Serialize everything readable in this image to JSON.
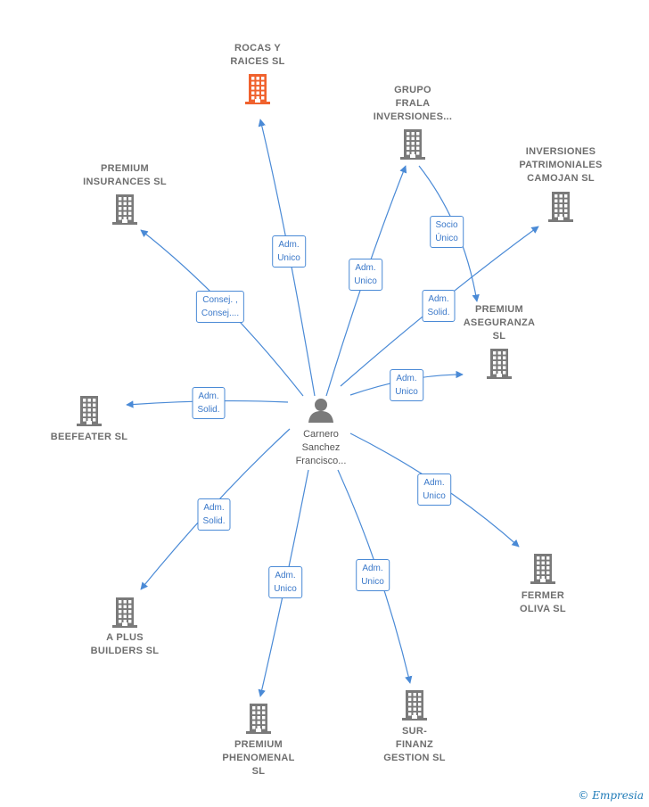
{
  "center": {
    "label_lines": [
      "Carnero",
      "Sanchez",
      "Francisco..."
    ]
  },
  "companies": [
    {
      "id": "rocas",
      "lines": [
        "ROCAS Y",
        "RAICES  SL"
      ],
      "highlight": true
    },
    {
      "id": "frala",
      "lines": [
        "GRUPO",
        "FRALA",
        "INVERSIONES..."
      ]
    },
    {
      "id": "camojan",
      "lines": [
        "INVERSIONES",
        "PATRIMONIALES",
        "CAMOJAN  SL"
      ]
    },
    {
      "id": "insurances",
      "lines": [
        "PREMIUM",
        "INSURANCES SL"
      ]
    },
    {
      "id": "aseguranza",
      "lines": [
        "PREMIUM",
        "ASEGURANZA",
        "SL"
      ]
    },
    {
      "id": "beefeater",
      "lines": [
        "BEEFEATER SL"
      ]
    },
    {
      "id": "fermer",
      "lines": [
        "FERMER",
        "OLIVA  SL"
      ]
    },
    {
      "id": "aplus",
      "lines": [
        "A PLUS",
        "BUILDERS  SL"
      ]
    },
    {
      "id": "phenomenal",
      "lines": [
        "PREMIUM",
        "PHENOMENAL",
        "SL"
      ]
    },
    {
      "id": "surfinanz",
      "lines": [
        "SUR-",
        "FINANZ",
        "GESTION  SL"
      ]
    }
  ],
  "edges": [
    {
      "to": "rocas",
      "label": [
        "Adm.",
        "Unico"
      ]
    },
    {
      "to": "frala",
      "label": [
        "Adm.",
        "Unico"
      ]
    },
    {
      "to": "camojan",
      "label": [
        "Adm.",
        "Solid."
      ]
    },
    {
      "to": "insurances",
      "label": [
        "Consej. ,",
        "Consej...."
      ]
    },
    {
      "to": "aseguranza",
      "label": [
        "Adm.",
        "Unico"
      ]
    },
    {
      "to": "beefeater",
      "label": [
        "Adm.",
        "Solid."
      ]
    },
    {
      "to": "fermer",
      "label": [
        "Adm.",
        "Unico"
      ]
    },
    {
      "to": "aplus",
      "label": [
        "Adm.",
        "Solid."
      ]
    },
    {
      "to": "phenomenal",
      "label": [
        "Adm.",
        "Unico"
      ]
    },
    {
      "to": "surfinanz",
      "label": [
        "Adm.",
        "Unico"
      ]
    },
    {
      "from": "frala",
      "to": "aseguranza",
      "label": [
        "Socio",
        "Único"
      ]
    }
  ],
  "colors": {
    "edge": "#4a8ad6",
    "building": "#7a7a7a",
    "building_highlight": "#f0622e",
    "person": "#7a7a7a"
  },
  "brand": {
    "symbol": "©",
    "text": "Empresia"
  }
}
